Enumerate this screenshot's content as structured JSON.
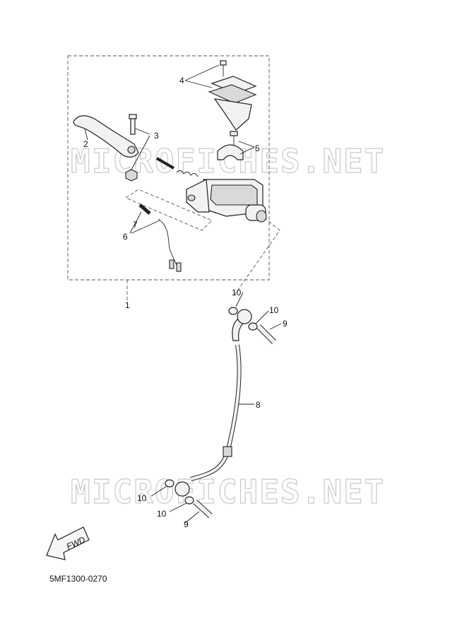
{
  "watermark": "MICROFICHES.NET",
  "callouts": {
    "c1": "1",
    "c2": "2",
    "c3": "3",
    "c4": "4",
    "c5": "5",
    "c6": "6",
    "c7": "7",
    "c8": "8",
    "c9a": "9",
    "c9b": "9",
    "c10a": "10",
    "c10b": "10",
    "c10c": "10",
    "c10d": "10"
  },
  "fwd_label": "FWD",
  "diagram_code": "5MF1300-0270"
}
